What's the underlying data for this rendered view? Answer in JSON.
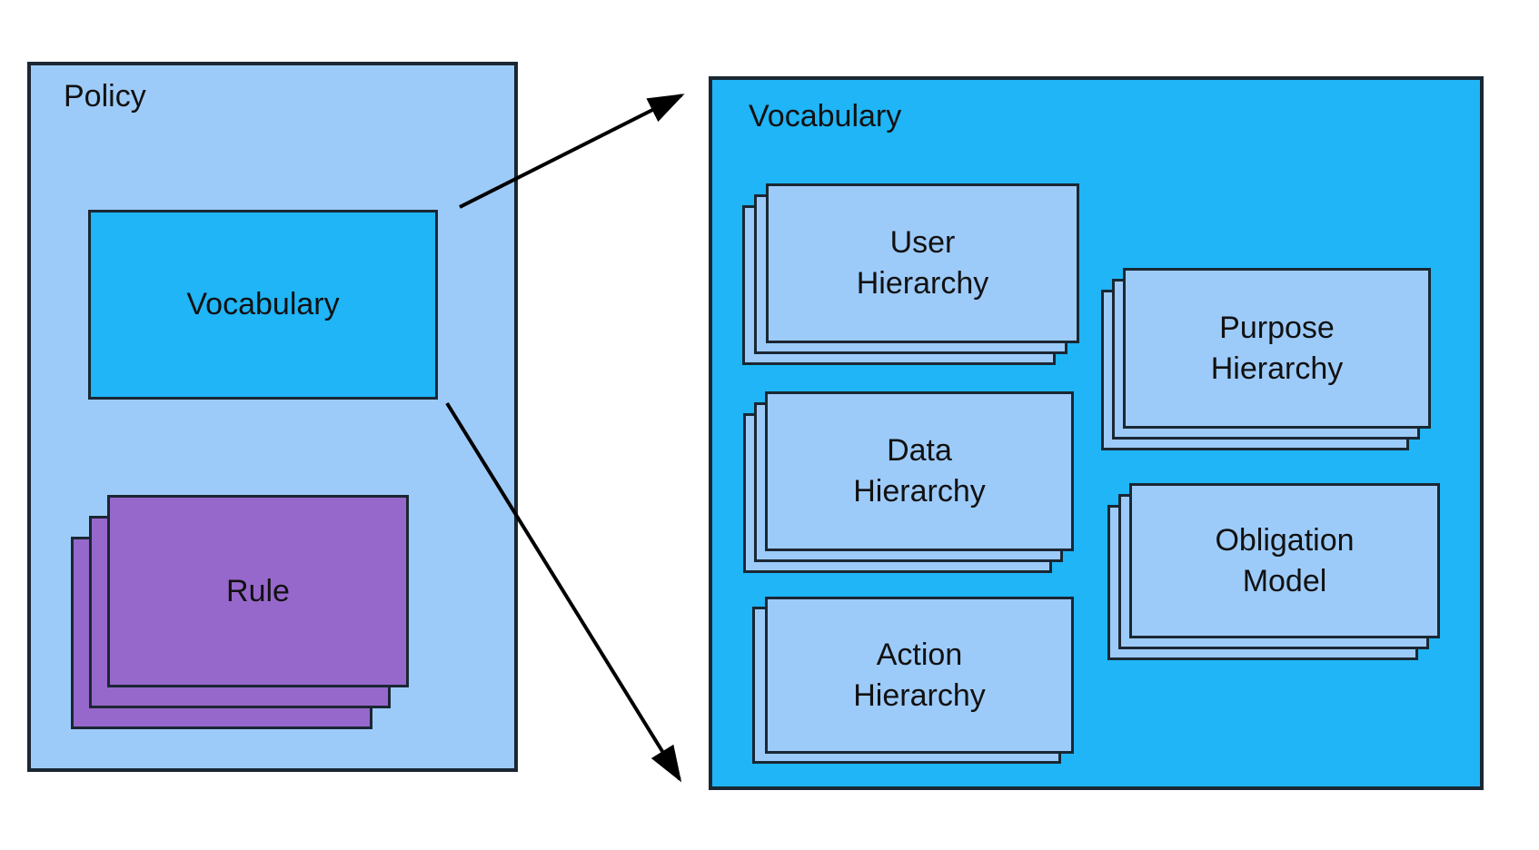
{
  "diagram": {
    "type": "nested-box diagram",
    "description": "Policy composition diagram: a Policy contains a Vocabulary and a stack of Rules; two arrows expand the Vocabulary into a detail panel containing stacked hierarchies."
  },
  "colors": {
    "panel_light_blue": "#9DCBF9",
    "panel_cyan": "#1FB5F7",
    "rule_purple": "#9768CB",
    "outline": "#1A2733",
    "text": "#111111",
    "arrow": "#000000",
    "background": "#FFFFFF"
  },
  "policy": {
    "label": "Policy",
    "vocabulary_label": "Vocabulary",
    "rule_label": "Rule",
    "rule_stack_layers": 3
  },
  "vocabulary": {
    "label": "Vocabulary",
    "stacks": {
      "user": {
        "label": "User\nHierarchy",
        "layers": 3
      },
      "data": {
        "label": "Data\nHierarchy",
        "layers": 3
      },
      "action": {
        "label": "Action\nHierarchy",
        "layers": 2
      },
      "purpose": {
        "label": "Purpose\nHierarchy",
        "layers": 3
      },
      "obligation": {
        "label": "Obligation\nModel",
        "layers": 3
      }
    }
  },
  "arrows": [
    {
      "name": "vocabulary-expand-top",
      "from": "policy vocabulary box (top-right corner)",
      "to": "vocabulary detail panel (upper left)",
      "direction": "up-right"
    },
    {
      "name": "vocabulary-expand-bottom",
      "from": "policy vocabulary box (bottom-right corner)",
      "to": "vocabulary detail panel (lower left)",
      "direction": "down-right"
    }
  ]
}
